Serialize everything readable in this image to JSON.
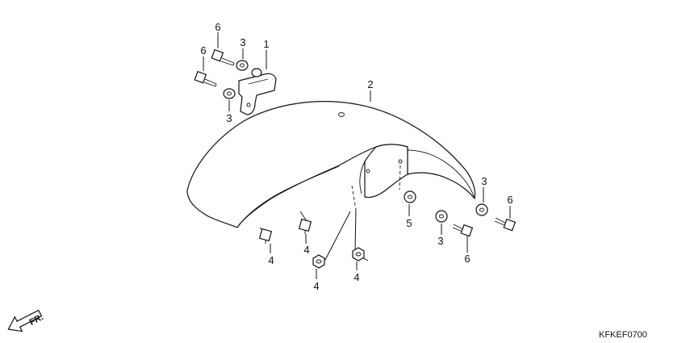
{
  "diagram": {
    "code": "KFKEF0700",
    "front_marker": "FR.",
    "callouts": [
      {
        "id": "c1",
        "label": "1"
      },
      {
        "id": "c2",
        "label": "2"
      },
      {
        "id": "c3a",
        "label": "3"
      },
      {
        "id": "c3b",
        "label": "3"
      },
      {
        "id": "c3c",
        "label": "3"
      },
      {
        "id": "c3d",
        "label": "3"
      },
      {
        "id": "c4a",
        "label": "4"
      },
      {
        "id": "c4b",
        "label": "4"
      },
      {
        "id": "c4c",
        "label": "4"
      },
      {
        "id": "c4d",
        "label": "4"
      },
      {
        "id": "c5",
        "label": "5"
      },
      {
        "id": "c6a",
        "label": "6"
      },
      {
        "id": "c6b",
        "label": "6"
      },
      {
        "id": "c6c",
        "label": "6"
      },
      {
        "id": "c6d",
        "label": "6"
      }
    ]
  }
}
